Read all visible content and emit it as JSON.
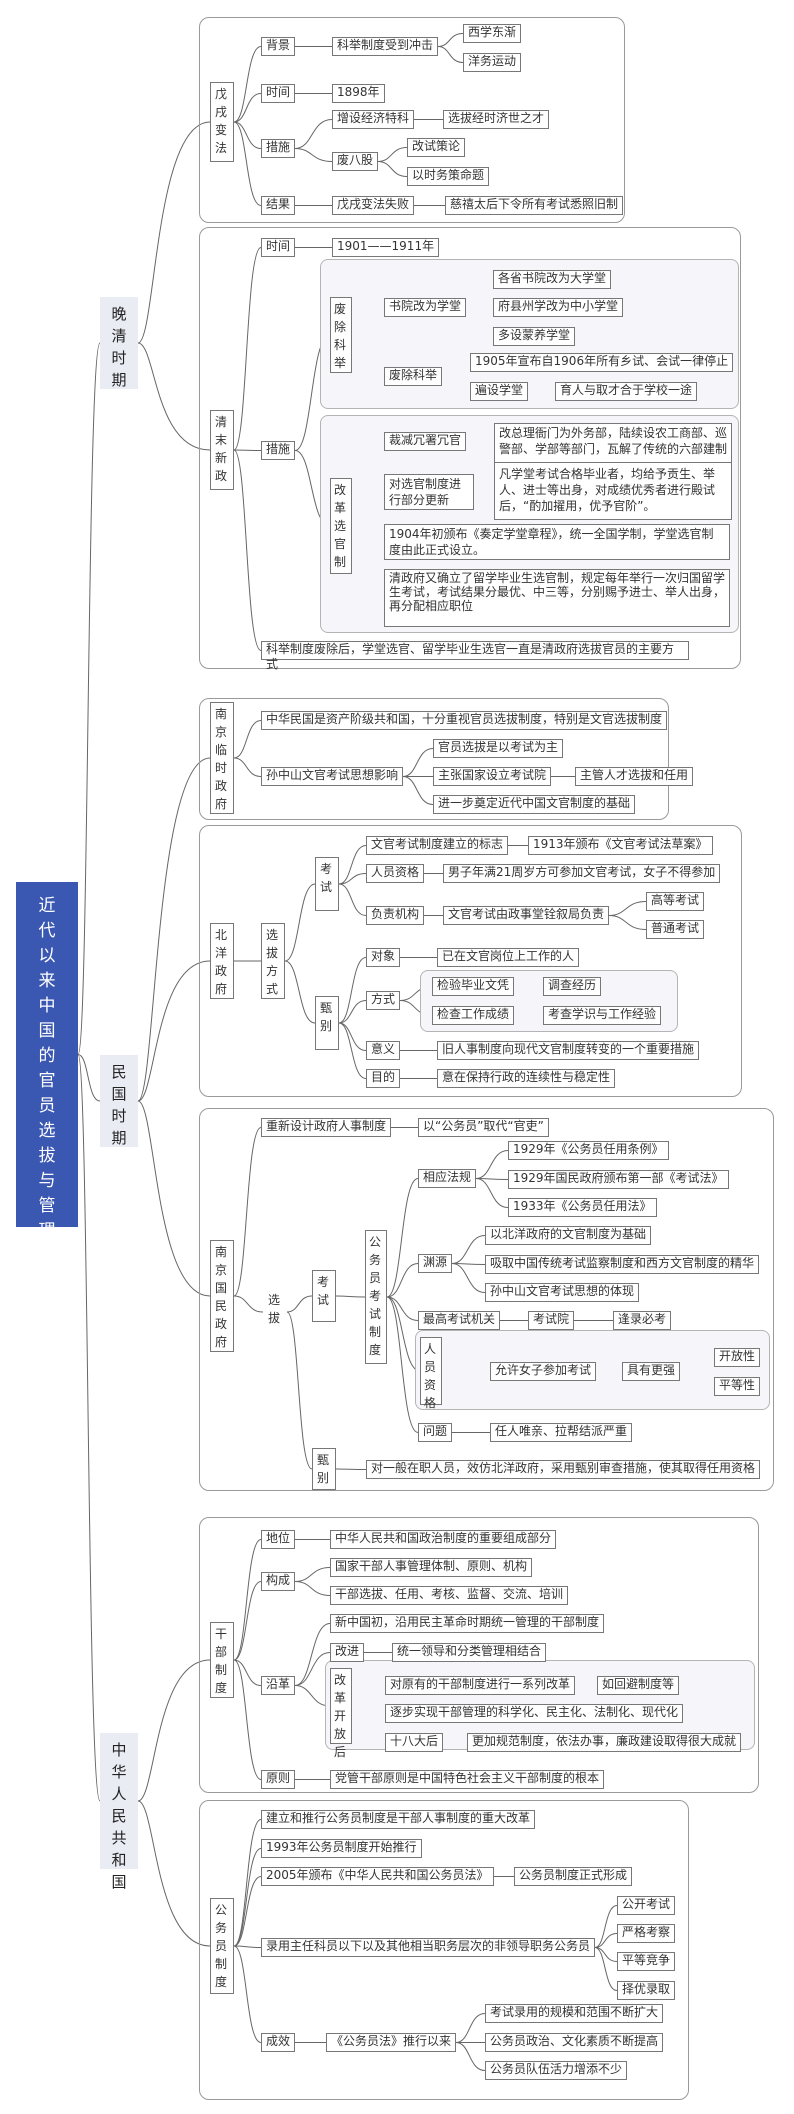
{
  "root": "近代以来中国的官员选拔与管理",
  "late_qing": {
    "label": "晚清时期",
    "wuxu": {
      "label": "戊戌变法",
      "background": "背景",
      "bg_main": "科举制度受到冲击",
      "bg_a": "西学东渐",
      "bg_b": "洋务运动",
      "time": "时间",
      "time_val": "1898年",
      "measures": "措施",
      "m1": "增设经济特科",
      "m1_detail": "选拔经时济世之才",
      "m2": "废八股",
      "m2_a": "改试策论",
      "m2_b": "以时务策命题",
      "result": "结果",
      "r1": "戊戌变法失败",
      "r2": "慈禧太后下令所有考试悉照旧制"
    },
    "qingmo": {
      "label": "清末新政",
      "time": "时间",
      "time_val": "1901——1911年",
      "measures": "措施",
      "abolish": "废除科举",
      "school": "书院改为学堂",
      "school_a": "各省书院改为大学堂",
      "school_b": "府县州学改为中小学堂",
      "school_c": "多设蒙养学堂",
      "abolish_keju": "废除科举",
      "abolish_a": "1905年宣布自1906年所有乡试、会试一律停止",
      "abolish_b": "遍设学堂",
      "abolish_b2": "育人与取才合于学校一途",
      "reform": "改革选官制",
      "cut": "裁减冗署冗官",
      "cut_detail": "改总理衙门为外务部，陆续设农工商部、巡警部、学部等部门，瓦解了传统的六部建制",
      "part": "对选官制度进行部分更新",
      "part_detail": "凡学堂考试合格毕业者，均给予贡生、举人、进士等出身，对成绩优秀者进行殿试后，“酌加擢用，优予官阶”。",
      "y1904": "1904年初颁布《奏定学堂章程》，统一全国学制，学堂选官制度由此正式设立。",
      "overseas": "清政府又确立了留学毕业生选官制，规定每年举行一次归国留学生考试，考试结果分最优、中三等，分别赐予进士、举人出身，再分配相应职位",
      "summary": "科举制度废除后，学堂选官、留学毕业生选官一直是清政府选拔官员的主要方式"
    }
  },
  "republic": {
    "label": "民国时期",
    "nanjing_provisional": {
      "label": "南京临时政府",
      "n1": "中华民国是资产阶级共和国，十分重视官员选拔制度，特别是文官选拔制度",
      "n2": "孙中山文官考试思想影响",
      "n2_a": "官员选拔是以考试为主",
      "n2_b": "主张国家设立考试院",
      "n2_b2": "主管人才选拔和任用",
      "n2_c": "进一步奠定近代中国文官制度的基础"
    },
    "beiyang": {
      "label": "北洋政府",
      "method": "选拔方式",
      "exam": "考试",
      "flag": "文官考试制度建立的标志",
      "flag_val": "1913年颁布《文官考试法草案》",
      "qual": "人员资格",
      "qual_val": "男子年满21周岁方可参加文官考试，女子不得参加",
      "org": "负责机构",
      "org_val": "文官考试由政事堂铨叙局负责",
      "org_a": "高等考试",
      "org_b": "普通考试",
      "screen": "甄别",
      "target": "对象",
      "target_val": "已在文官岗位上工作的人",
      "way": "方式",
      "way_a": "检验毕业文凭",
      "way_a2": "调查经历",
      "way_b": "检查工作成绩",
      "way_b2": "考查学识与工作经验",
      "sig": "意义",
      "sig_val": "旧人事制度向现代文官制度转变的一个重要措施",
      "goal": "目的",
      "goal_val": "意在保持行政的连续性与稳定性"
    },
    "nanjing_national": {
      "label": "南京国民政府",
      "redesign": "重新设计政府人事制度",
      "redesign_val": "以“公务员”取代“官吏”",
      "select": "选拔",
      "exam": "考试",
      "civil_exam": "公务员考试制度",
      "laws": "相应法规",
      "law_a": "1929年《公务员任用条例》",
      "law_b": "1929年国民政府颁布第一部《考试法》",
      "law_c": "1933年《公务员任用法》",
      "origin": "渊源",
      "origin_a": "以北洋政府的文官制度为基础",
      "origin_b": "吸取中国传统考试监察制度和西方文官制度的精华",
      "origin_c": "孙中山文官考试思想的体现",
      "top": "最高考试机关",
      "top_val": "考试院",
      "top_val2": "逢录必考",
      "qual": "人员资格",
      "qual_val": "允许女子参加考试",
      "qual_val2": "具有更强",
      "qual_a": "开放性",
      "qual_b": "平等性",
      "problem": "问题",
      "problem_val": "任人唯亲、拉帮结派严重",
      "screen": "甄别",
      "screen_val": "对一般在职人员，效仿北洋政府，采用甄别审查措施，使其取得任用资格"
    }
  },
  "prc": {
    "label": "中华人民共和国",
    "cadre": {
      "label": "干部制度",
      "position": "地位",
      "position_val": "中华人民共和国政治制度的重要组成部分",
      "composition": "构成",
      "comp_a": "国家干部人事管理体制、原则、机构",
      "comp_b": "干部选拔、任用、考核、监督、交流、培训",
      "history": "沿革",
      "hist_a": "新中国初，沿用民主革命时期统一管理的干部制度",
      "hist_b": "改进",
      "hist_b2": "统一领导和分类管理相结合",
      "hist_c": "改革开放后",
      "hist_c1": "对原有的干部制度进行一系列改革",
      "hist_c1b": "如回避制度等",
      "hist_c2": "逐步实现干部管理的科学化、民主化、法制化、现代化",
      "hist_c3": "十八大后",
      "hist_c3b": "更加规范制度，依法办事，廉政建设取得很大成就",
      "principle": "原则",
      "principle_val": "党管干部原则是中国特色社会主义干部制度的根本"
    },
    "civil": {
      "label": "公务员制度",
      "c1": "建立和推行公务员制度是干部人事制度的重大改革",
      "c2": "1993年公务员制度开始推行",
      "c3": "2005年颁布《中华人民共和国公务员法》",
      "c3b": "公务员制度正式形成",
      "c4": "录用主任科员以下以及其他相当职务层次的非领导职务公务员",
      "c4_a": "公开考试",
      "c4_b": "严格考察",
      "c4_c": "平等竞争",
      "c4_d": "择优录取",
      "effect": "成效",
      "effect_val": "《公务员法》推行以来",
      "eff_a": "考试录用的规模和范围不断扩大",
      "eff_b": "公务员政治、文化素质不断提高",
      "eff_c": "公务员队伍活力增添不少"
    }
  }
}
